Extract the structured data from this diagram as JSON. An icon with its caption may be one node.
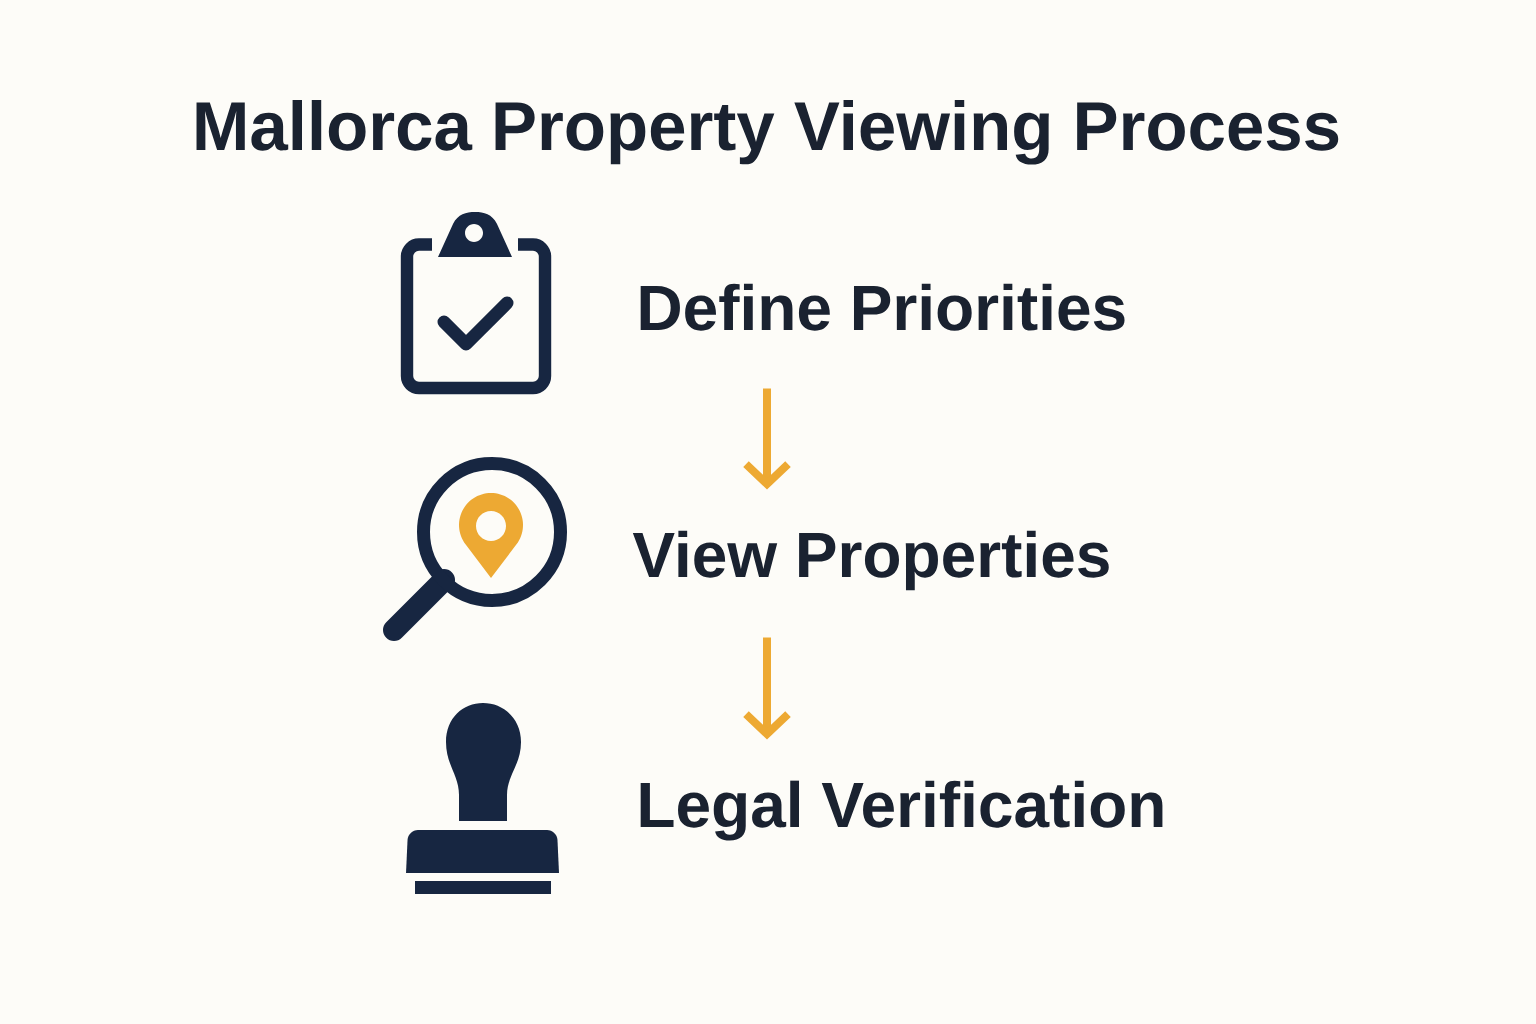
{
  "diagram": {
    "title": "Mallorca Property Viewing Process",
    "nodes": [
      {
        "text": [
          "Define Priorities"
        ]
      },
      {
        "text": [
          "View Properties"
        ]
      },
      {
        "text": [
          "Legal Verification"
        ]
      }
    ],
    "edges": [
      {
        "from": 0,
        "to": 1,
        "arrow": "to"
      },
      {
        "from": 1,
        "to": 2,
        "arrow": "to"
      }
    ]
  }
}
